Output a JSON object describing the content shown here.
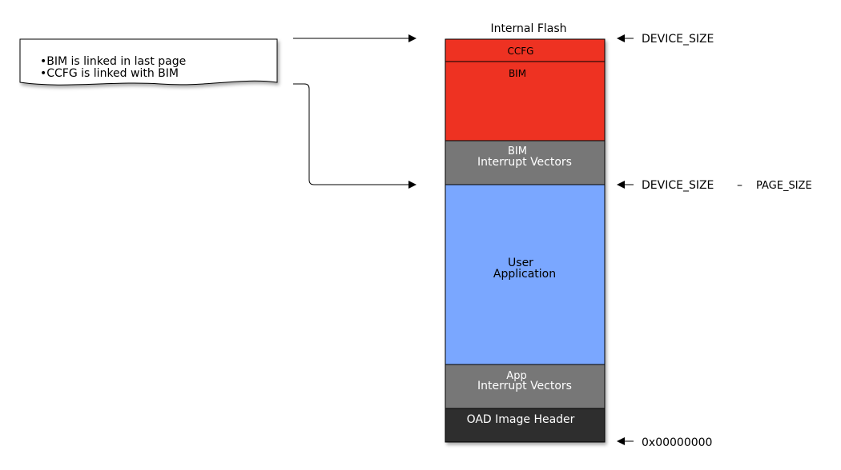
{
  "title": "Internal Flash",
  "note": {
    "lines": [
      "•BIM is linked in last page",
      "•CCFG is linked with BIM"
    ]
  },
  "blocks": {
    "ccfg": {
      "line1": "CCFG",
      "color": "#ee3224"
    },
    "bim": {
      "line1": "BIM",
      "color": "#ee3224"
    },
    "bim_vectors": {
      "line1": "BIM",
      "line2": "Interrupt Vectors",
      "color": "#777777"
    },
    "user_app": {
      "line1": "User",
      "line2": "Application",
      "color": "#7aa7ff"
    },
    "app_vectors": {
      "line1": "App",
      "line2": "Interrupt Vectors",
      "color": "#777777"
    },
    "oad_header": {
      "line1": "OAD Image Header",
      "color": "#2f2f2f"
    }
  },
  "markers": {
    "top": "DEVICE_SIZE",
    "page": {
      "left": "DEVICE_SIZE",
      "dash": "–",
      "right": "PAGE_SIZE"
    },
    "bottom": "0x00000000"
  }
}
